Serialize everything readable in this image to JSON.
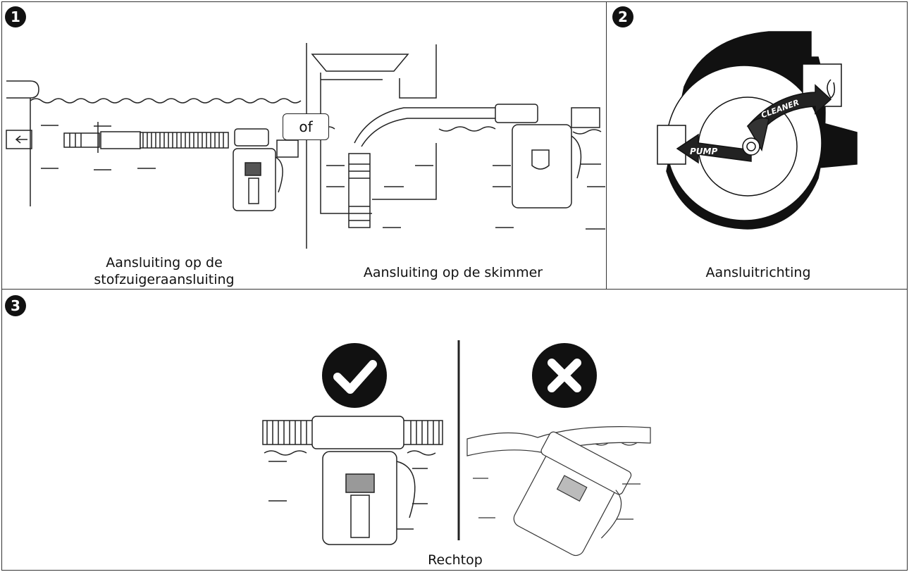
{
  "panel1": {
    "number": "1",
    "connector_label": "of",
    "caption_left_line1": "Aansluiting op de",
    "caption_left_line2": "stofzuigeraansluiting",
    "caption_right": "Aansluiting op de skimmer"
  },
  "panel2": {
    "number": "2",
    "arrow_cleaner": "CLEANER",
    "arrow_pump": "PUMP",
    "caption": "Aansluitrichting"
  },
  "panel3": {
    "number": "3",
    "caption": "Rechtop"
  },
  "icons": {
    "correct": "check-mark-icon",
    "wrong": "cross-mark-icon"
  },
  "colors": {
    "line": "#222222",
    "badge": "#111111"
  }
}
